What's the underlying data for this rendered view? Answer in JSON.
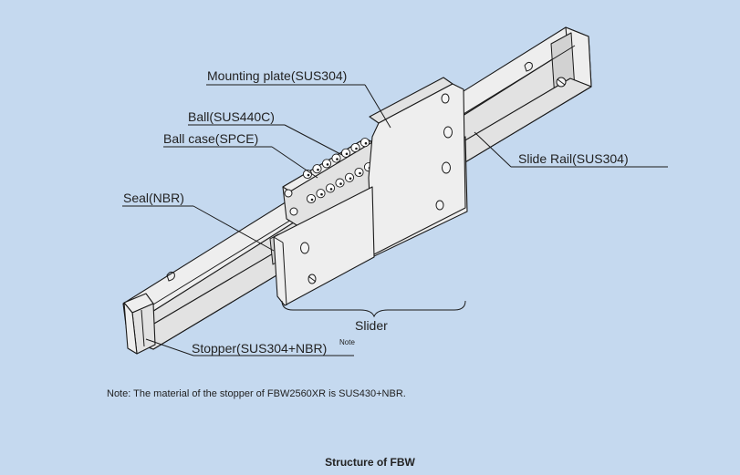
{
  "labels": {
    "mounting_plate": "Mounting plate(SUS304)",
    "ball": "Ball(SUS440C)",
    "ball_case": "Ball case(SPCE)",
    "seal": "Seal(NBR)",
    "slide_rail": "Slide Rail(SUS304)",
    "slider": "Slider",
    "stopper": "Stopper(SUS304+NBR)",
    "stopper_sup": "Note"
  },
  "note": "Note: The material of the stopper of FBW2560XR is SUS430+NBR.",
  "caption": "Structure of FBW"
}
